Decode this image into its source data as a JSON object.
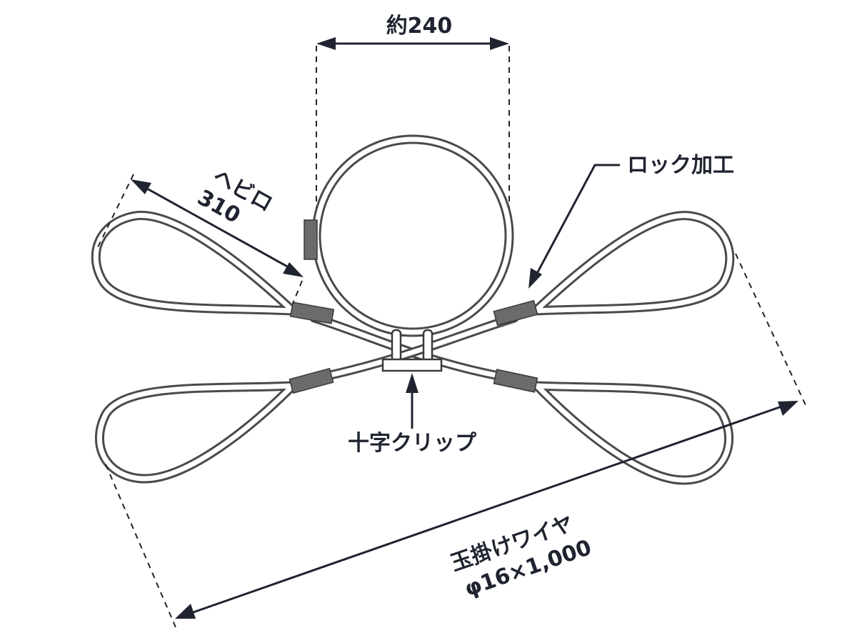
{
  "labels": {
    "diameter": "約240",
    "eye_name": "ヘビロ",
    "eye_length": "310",
    "lock": "ロック加工",
    "clip": "十字クリップ",
    "sling_name": "玉掛けワイヤ",
    "sling_spec": "φ16×1,000"
  },
  "colors": {
    "ink": "#1f2430",
    "wire_outline": "#4a4a4a",
    "sleeve": "#6b6b6b"
  }
}
